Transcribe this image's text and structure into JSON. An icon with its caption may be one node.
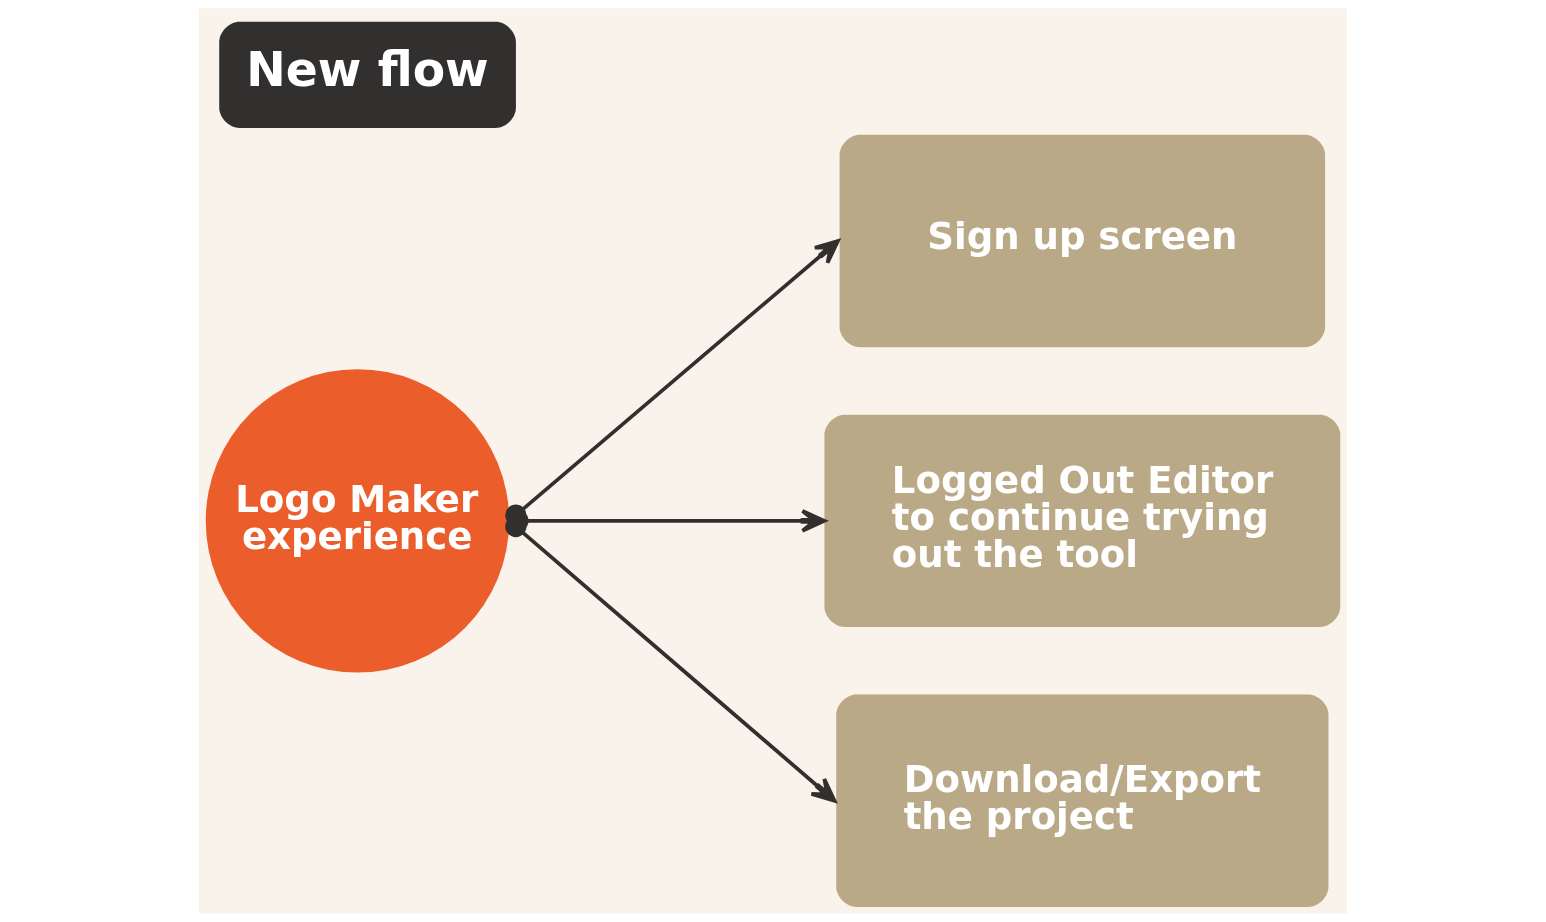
{
  "diagram": {
    "title": "New flow",
    "nodes": [
      {
        "text": [
          "Logo Maker experience"
        ]
      },
      {
        "text": [
          "Sign up screen"
        ]
      },
      {
        "text": [
          "Logged Out Editor to continue trying out the tool"
        ]
      },
      {
        "text": [
          "Download/Export the project"
        ]
      }
    ],
    "edges": [
      {
        "from": 0,
        "to": 1,
        "arrow": "to"
      },
      {
        "from": 0,
        "to": 2,
        "arrow": "to"
      },
      {
        "from": 0,
        "to": 3,
        "arrow": "to"
      }
    ]
  }
}
